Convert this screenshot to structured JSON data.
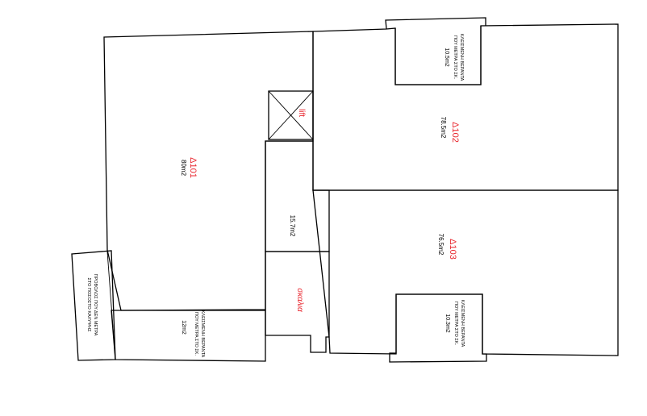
{
  "colors": {
    "wall": "#000000",
    "label_red": "#e8242c",
    "background": "#ffffff"
  },
  "rooms": {
    "d101": {
      "name": "Δ101",
      "area": "80m2"
    },
    "d102": {
      "name": "Δ102",
      "area": "78.5m2"
    },
    "d103": {
      "name": "Δ103",
      "area": "76.5m2"
    },
    "corridor": {
      "area": "15.7m2"
    },
    "stairs": {
      "name": "σκαλια"
    },
    "lift": {
      "name": "lift"
    },
    "balcony_bottom_left": {
      "line1": "ΚΛΕΙΣΜΕΝΗ ΒΕΡΑΝΤΑ",
      "line2": "ΠΟΥ ΜΕΤΡΑ ΣΤΟ ΣΚ.",
      "area": "12m2"
    },
    "balcony_top": {
      "line1": "ΚΛΕΙΣΜΕΝΗ ΒΕΡΑΝΤΑ",
      "line2": "ΠΟΥ ΜΕΤΡΑ ΣΤΟ ΣΚ.",
      "area": "10.5m2"
    },
    "balcony_bottom_right": {
      "line1": "ΚΛΕΙΣΜΕΝΗ ΒΕΡΑΝΤΑ",
      "line2": "ΠΟΥ ΜΕΤΡΑ ΣΤΟ ΣΚ.",
      "area": "10.3m2"
    },
    "projection": {
      "line1": "ΠΡΟΒΟΛΟΣ ΠΟΥ ΔΕΝ ΜΕΤΡΑ",
      "line2": "ΣΤΟ ΠΟΣΟΣΤΟ ΚΑΛΥΨΗΣ"
    }
  }
}
